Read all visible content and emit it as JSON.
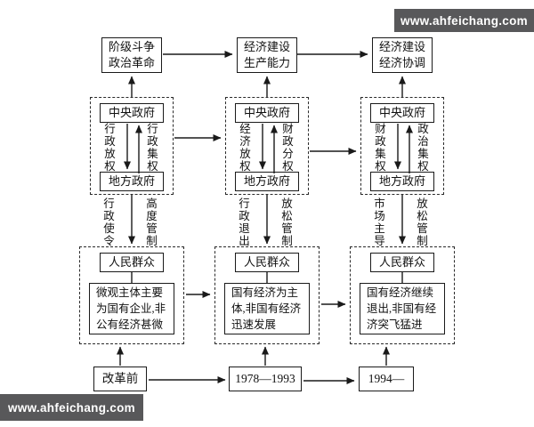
{
  "watermarks": {
    "top_right": "www.ahfeichang.com",
    "bottom_left": "www.ahfeichang.com"
  },
  "colors": {
    "watermark_bg": "#58585a",
    "line": "#1a1a1a",
    "background": "#ffffff"
  },
  "shared": {
    "central_gov": "中央政府",
    "local_gov": "地方政府",
    "people": "人民群众"
  },
  "columns": [
    {
      "era": "改革前",
      "goal_box": "阶级斗争\n政治革命",
      "decentralize_label": "行政放权",
      "centralize_label": "行政集权",
      "gov_to_people_left": "行政使令",
      "gov_to_people_right": "高度管制",
      "economy_desc": "微观主体主要\n为国有企业,非\n公有经济甚微"
    },
    {
      "era": "1978—1993",
      "goal_box": "经济建设\n生产能力",
      "decentralize_label": "经济放权",
      "centralize_label": "财政分权",
      "gov_to_people_left": "行政退出",
      "gov_to_people_right": "放松管制",
      "economy_desc": "国有经济为主\n体,非国有经济\n迅速发展"
    },
    {
      "era": "1994—",
      "goal_box": "经济建设\n经济协调",
      "decentralize_label": "财政集权",
      "centralize_label": "政治集权",
      "gov_to_people_left": "市场主导",
      "gov_to_people_right": "放松管制",
      "economy_desc": "国有经济继续\n退出,非国有经\n济突飞猛进"
    }
  ]
}
